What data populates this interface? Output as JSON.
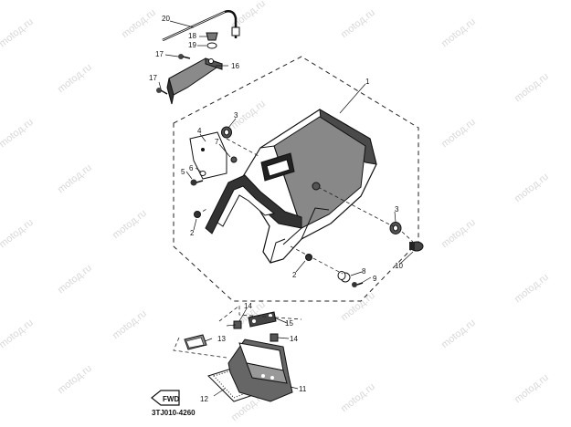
{
  "diagram": {
    "drawing_code": "3TJ010-4260",
    "front_marker": "FWD",
    "watermark": "motoд.ru",
    "callouts": {
      "p1": "1",
      "p2a": "2",
      "p2b": "2",
      "p3a": "3",
      "p3b": "3",
      "p4": "4",
      "p5": "5",
      "p6": "6",
      "p7": "7",
      "p8": "8",
      "p9": "9",
      "p10": "10",
      "p11": "11",
      "p12": "12",
      "p13": "13",
      "p14a": "14",
      "p14b": "14",
      "p15": "15",
      "p16": "16",
      "p17a": "17",
      "p17b": "17",
      "p18": "18",
      "p19": "19",
      "p20": "20"
    }
  }
}
